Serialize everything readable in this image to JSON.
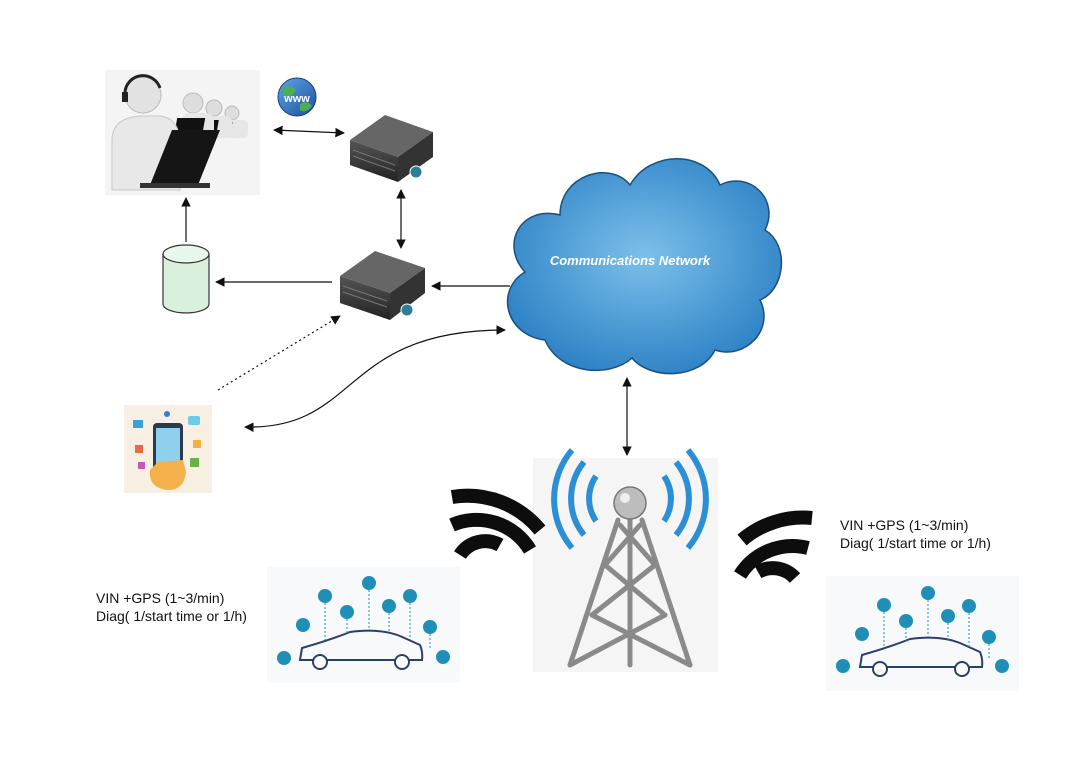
{
  "cloud": {
    "label": "Communications Network"
  },
  "web_badge": {
    "text": "www"
  },
  "vehicle_left": {
    "caption_line1": "VIN +GPS (1~3/min)",
    "caption_line2": "Diag( 1/start time or 1/h)"
  },
  "vehicle_right": {
    "caption_line1": "VIN +GPS (1~3/min)",
    "caption_line2": "Diag( 1/start time or 1/h)"
  },
  "colors": {
    "cloud": "#2a7fc4",
    "cloud_light": "#6fb6e6",
    "database": "#d8f0dc",
    "tower": "#8a8a8a",
    "signal": "#2b8fd6",
    "iot": "#1f8fb8"
  }
}
